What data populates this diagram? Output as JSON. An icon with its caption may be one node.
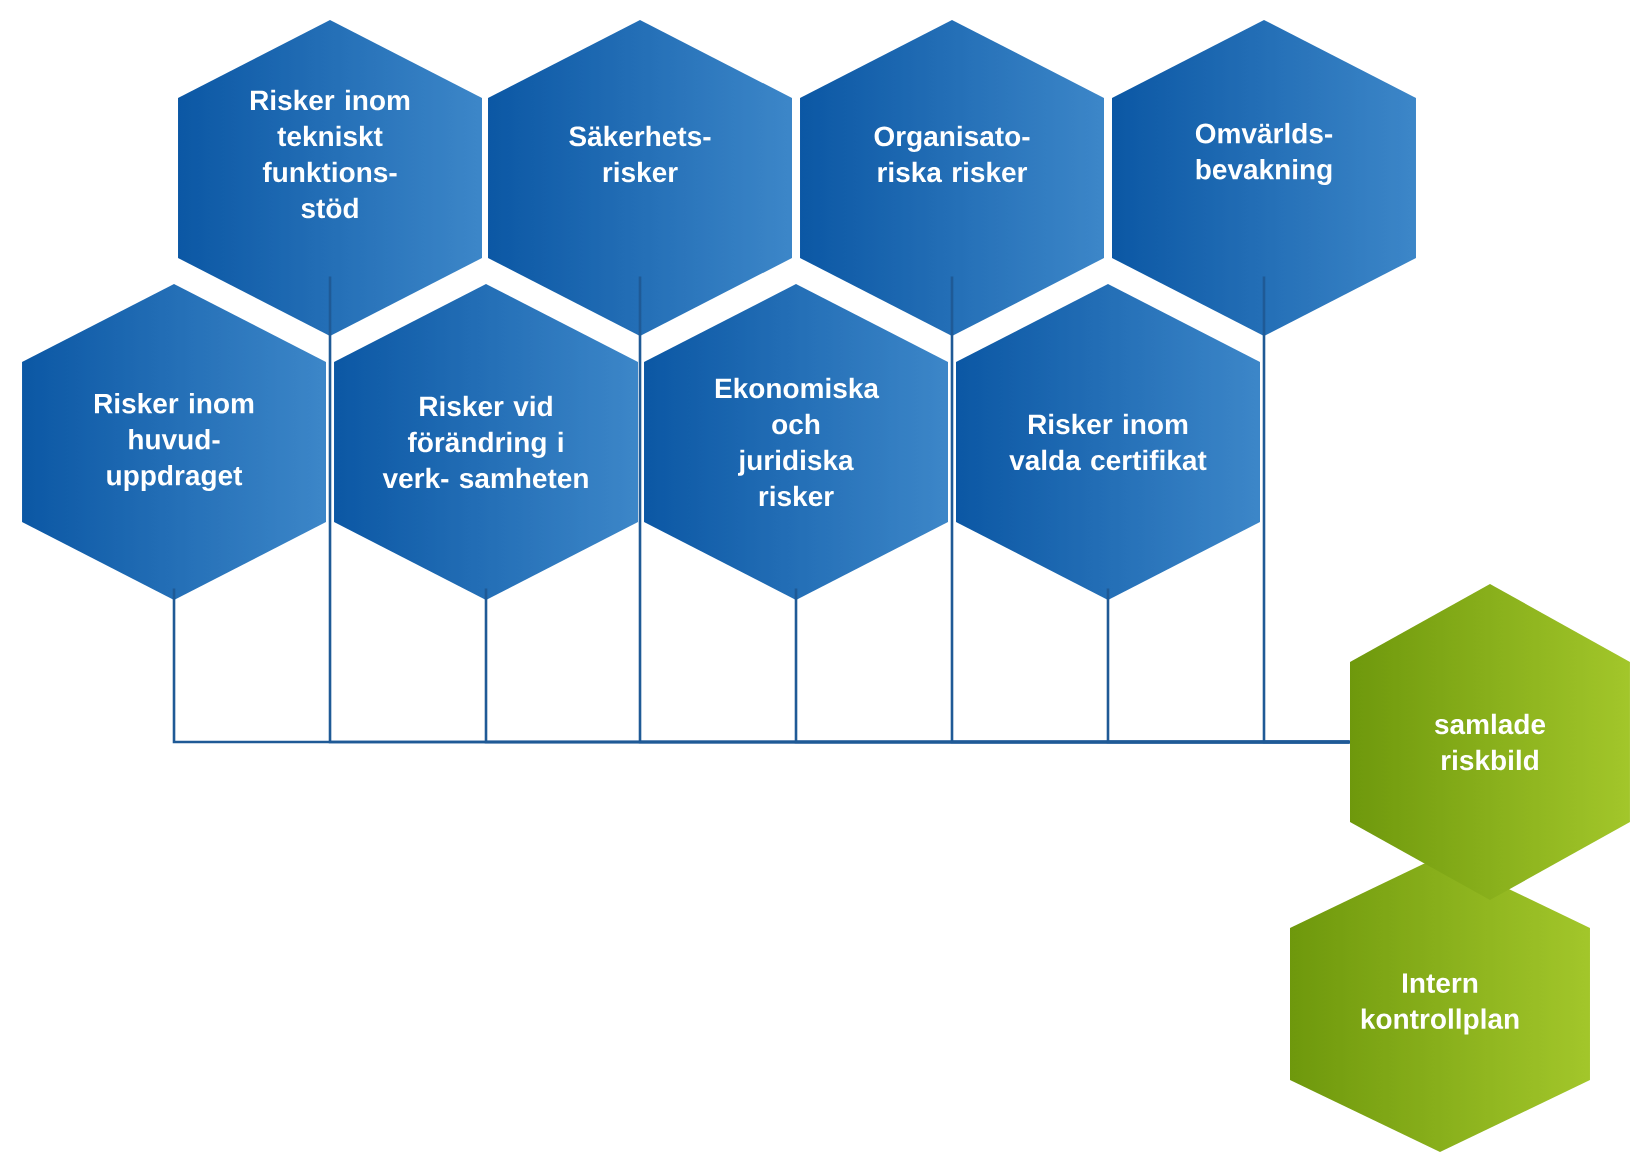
{
  "diagram": {
    "nodes": [
      {
        "text": [
          "Risker inom tekniskt funktions- stöd"
        ]
      },
      {
        "text": [
          "Säkerhets- risker"
        ]
      },
      {
        "text": [
          "Organisato- riska risker"
        ]
      },
      {
        "text": [
          "Omvärlds- bevakning"
        ]
      },
      {
        "text": [
          "Risker inom huvud- uppdraget"
        ]
      },
      {
        "text": [
          "Risker vid förändring i verk- samheten"
        ]
      },
      {
        "text": [
          "Ekonomiska och juridiska risker"
        ]
      },
      {
        "text": [
          "Risker inom valda certifikat"
        ]
      },
      {
        "text": [
          "samlade riskbild"
        ]
      },
      {
        "text": [
          "Intern kontrollplan"
        ]
      }
    ],
    "edges": [
      {
        "from": 0,
        "to": 8,
        "arrow": "none"
      },
      {
        "from": 1,
        "to": 8,
        "arrow": "none"
      },
      {
        "from": 2,
        "to": 8,
        "arrow": "none"
      },
      {
        "from": 3,
        "to": 8,
        "arrow": "none"
      },
      {
        "from": 4,
        "to": 8,
        "arrow": "none"
      },
      {
        "from": 5,
        "to": 8,
        "arrow": "none"
      },
      {
        "from": 6,
        "to": 8,
        "arrow": "none"
      },
      {
        "from": 7,
        "to": 8,
        "arrow": "none"
      }
    ]
  }
}
